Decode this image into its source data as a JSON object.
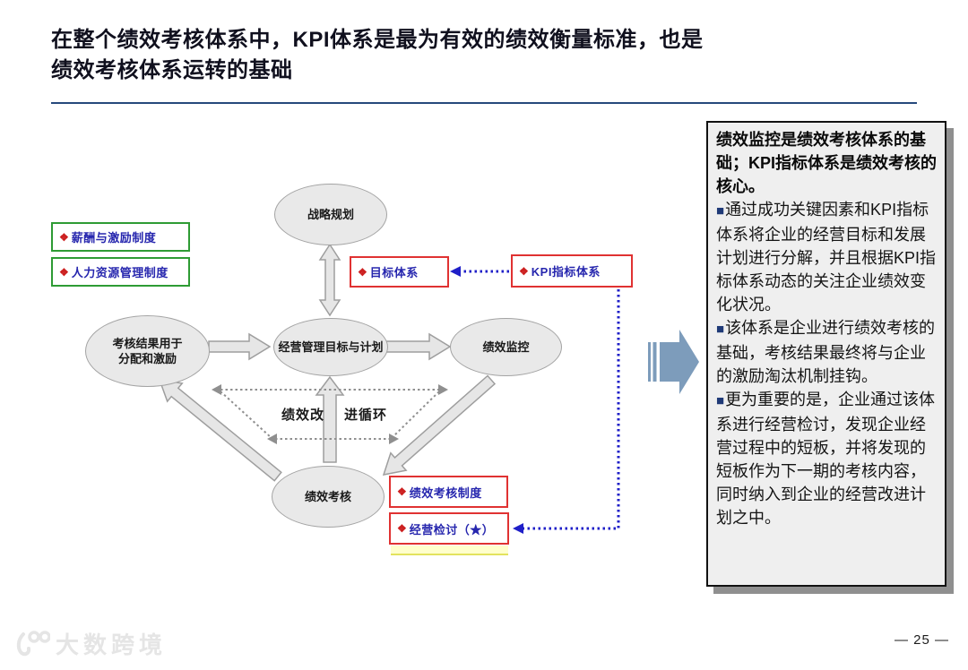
{
  "slide": {
    "title": "在整个绩效考核体系中，KPI体系是最为有效的绩效衡量标准，也是\n绩效考核体系运转的基础"
  },
  "diagram": {
    "box_marker": "❖",
    "ellipses": [
      {
        "id": "strategic-planning",
        "label": "战略规划"
      },
      {
        "id": "appraisal-results",
        "label": "考核结果用于\n分配和激励"
      },
      {
        "id": "management-goals-plans",
        "label": "经营管理目标与计划"
      },
      {
        "id": "performance-monitoring",
        "label": "绩效监控"
      },
      {
        "id": "performance-appraisal",
        "label": "绩效考核"
      }
    ],
    "green_boxes": [
      {
        "label": "薪酬与激励制度"
      },
      {
        "label": "人力资源管理制度"
      }
    ],
    "red_boxes": [
      {
        "label": "目标体系"
      },
      {
        "label": "KPI指标体系"
      },
      {
        "label": "绩效考核制度"
      },
      {
        "label": "经营检讨（★）"
      }
    ],
    "cycle_label_left": "绩效改",
    "cycle_label_right": "进循环"
  },
  "panel": {
    "bullet_marker": "■",
    "header": "绩效监控是绩效考核体系的基础；KPI指标体系是绩效考核的核心。",
    "bullets": [
      {
        "text": "通过成功关键因素和KPI指标体系将企业的经营目标和发展计划进行分解，并且根据KPI指标体系动态的关注企业绩效变化状况。"
      },
      {
        "text": "该体系是企业进行绩效考核的基础，考核结果最终将与企业的激励淘汰机制挂钩。"
      },
      {
        "text": "更为重要的是，企业通过该体系进行经营检讨，发现企业经营过程中的短板，并将发现的短板作为下一期的考核内容，同时纳入到企业的经营改进计划之中。"
      }
    ]
  },
  "footer": {
    "watermark": "大数跨境",
    "page_number": "— 25 —"
  },
  "colors": {
    "title_text": "#10101e",
    "rule_blue": "#26497c",
    "box_text_blue": "#2626ae",
    "bullet_red": "#cc2020",
    "green_border": "#2e9b34",
    "red_border": "#e03232",
    "dotted_blue": "#1f1fc8",
    "panel_square_blue": "#1f3a77",
    "gray_arrow_fill": "#e6e6e6",
    "chevron_blue": "#7d9cbb",
    "yellow_strip": "#ffffcc"
  }
}
